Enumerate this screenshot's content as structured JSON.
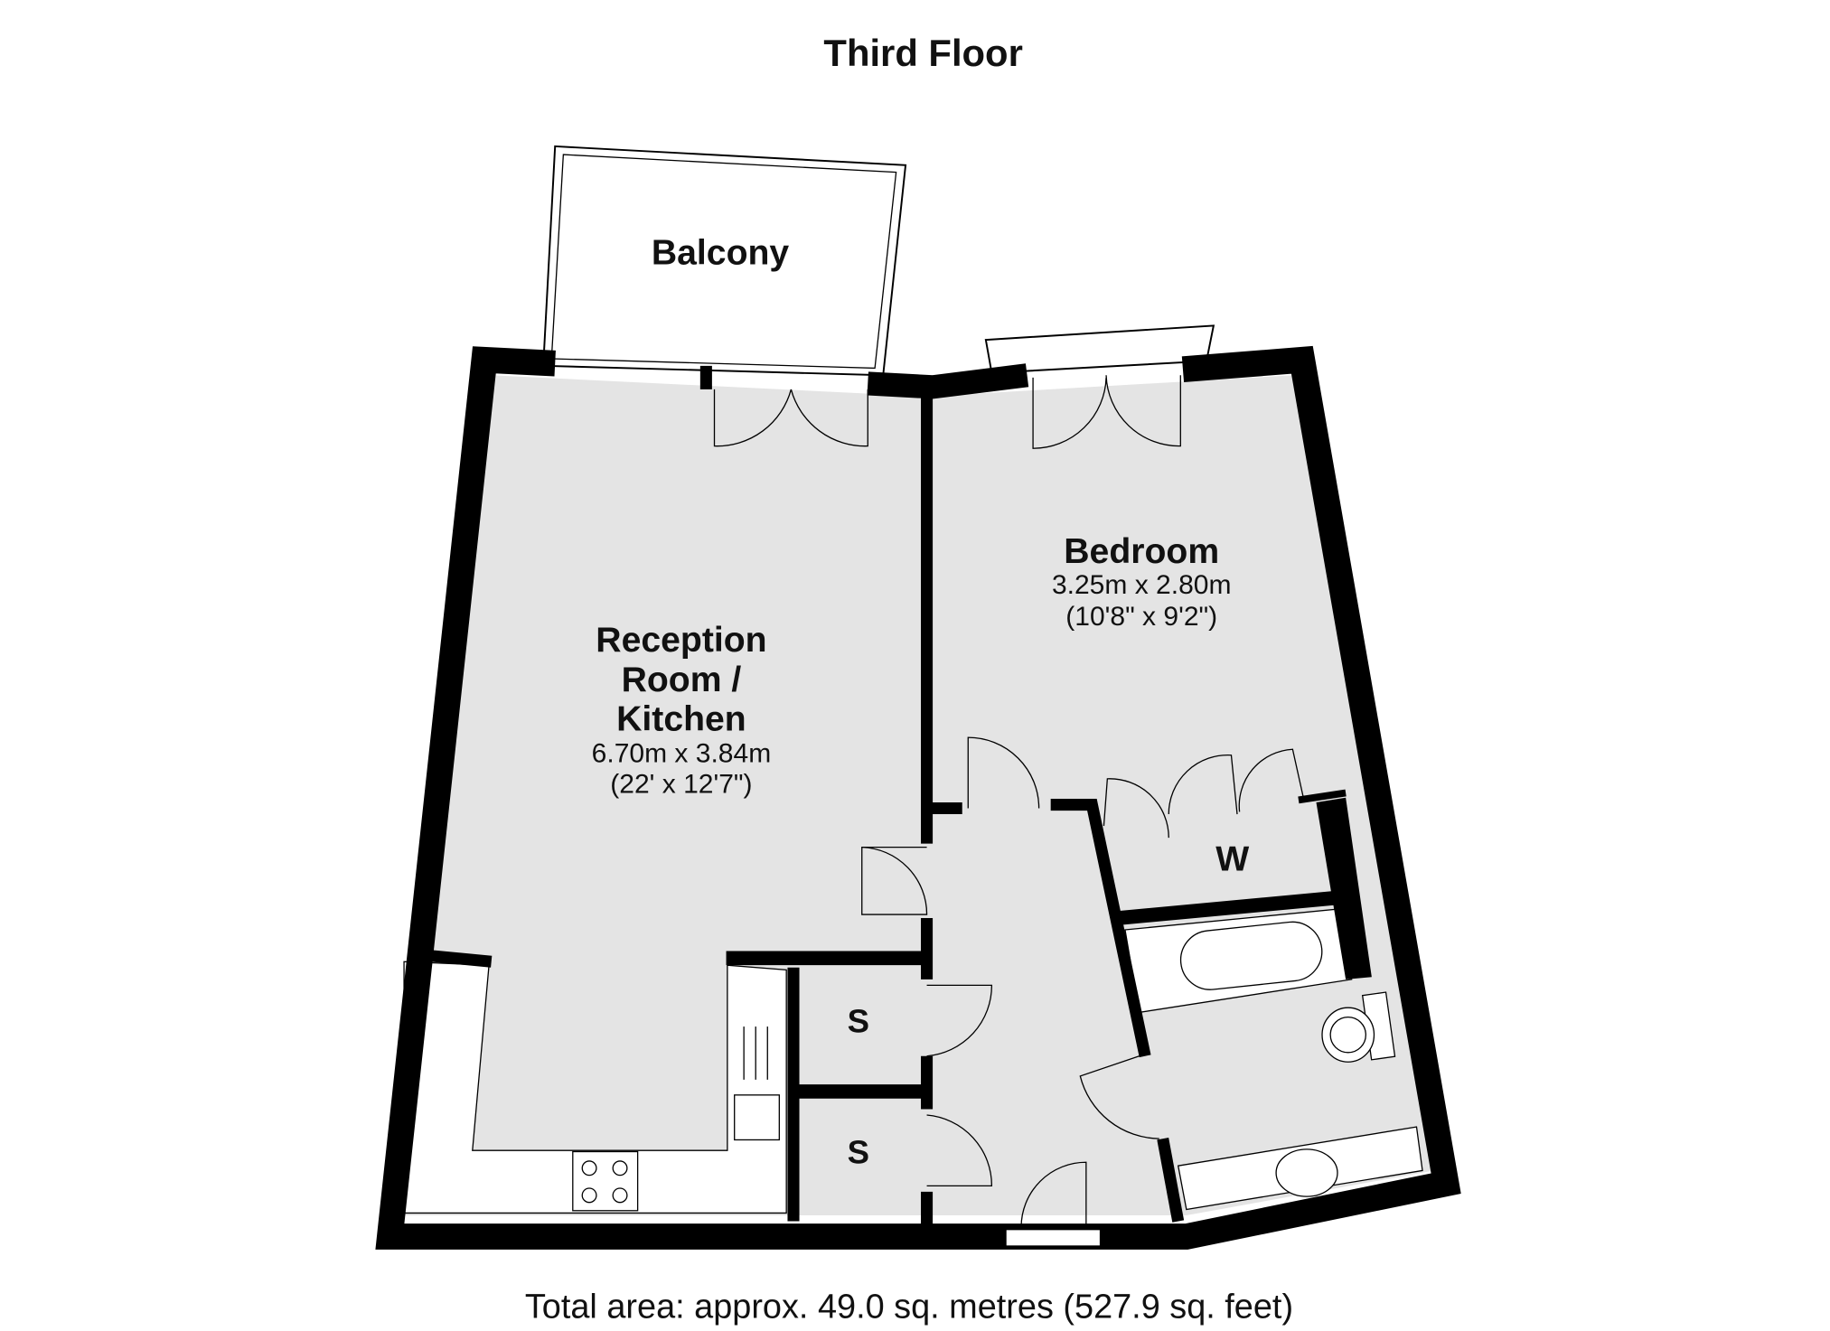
{
  "title": "Third Floor",
  "rooms": {
    "balcony": {
      "name": "Balcony"
    },
    "reception": {
      "name_lines": [
        "Reception",
        "Room /",
        "Kitchen"
      ],
      "metric": "6.70m x 3.84m",
      "imperial": "(22' x 12'7\")"
    },
    "bedroom": {
      "name": "Bedroom",
      "metric": "3.25m x 2.80m",
      "imperial": "(10'8\" x 9'2\")"
    },
    "wardrobe": {
      "name": "W"
    },
    "storage_1": {
      "name": "S"
    },
    "storage_2": {
      "name": "S"
    }
  },
  "footer": "Total area: approx. 49.0 sq. metres (527.9 sq. feet)",
  "colors": {
    "floor": "#e4e4e4",
    "wall": "#000000",
    "fixture": "#ffffff"
  }
}
